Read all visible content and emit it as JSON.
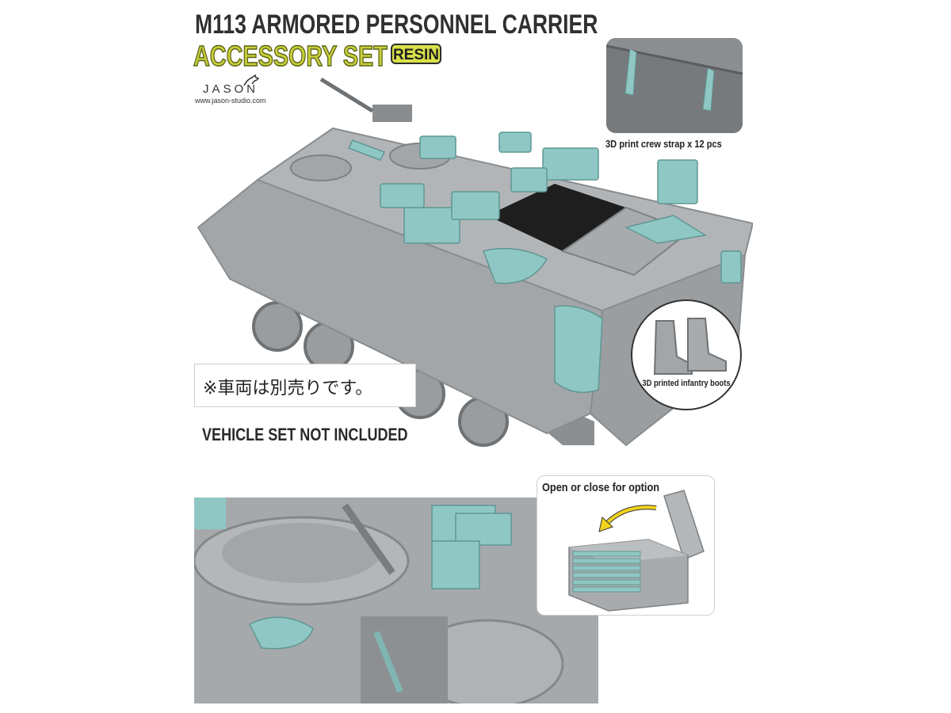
{
  "header": {
    "title": "M113 ARMORED PERSONNEL CARRIER",
    "subtitle": "ACCESSORY SET",
    "badge": "RESIN"
  },
  "logo": {
    "name": "JASON",
    "url": "www.jason-studio.com"
  },
  "insets": {
    "strap_caption": "3D print crew strap x 12 pcs",
    "boots_caption": "3D printed infantry boots",
    "option_caption": "Open or close for option"
  },
  "notices": {
    "japanese": "※車両は別売りです。",
    "english": "VEHICLE SET NOT INCLUDED"
  },
  "colors": {
    "resin_part": "#8fc7c4",
    "vehicle_grey": "#a3a6a8",
    "title_dark": "#303030",
    "subtitle_yellow_green": "#c7cf3a",
    "arrow_yellow": "#f2d21b"
  }
}
